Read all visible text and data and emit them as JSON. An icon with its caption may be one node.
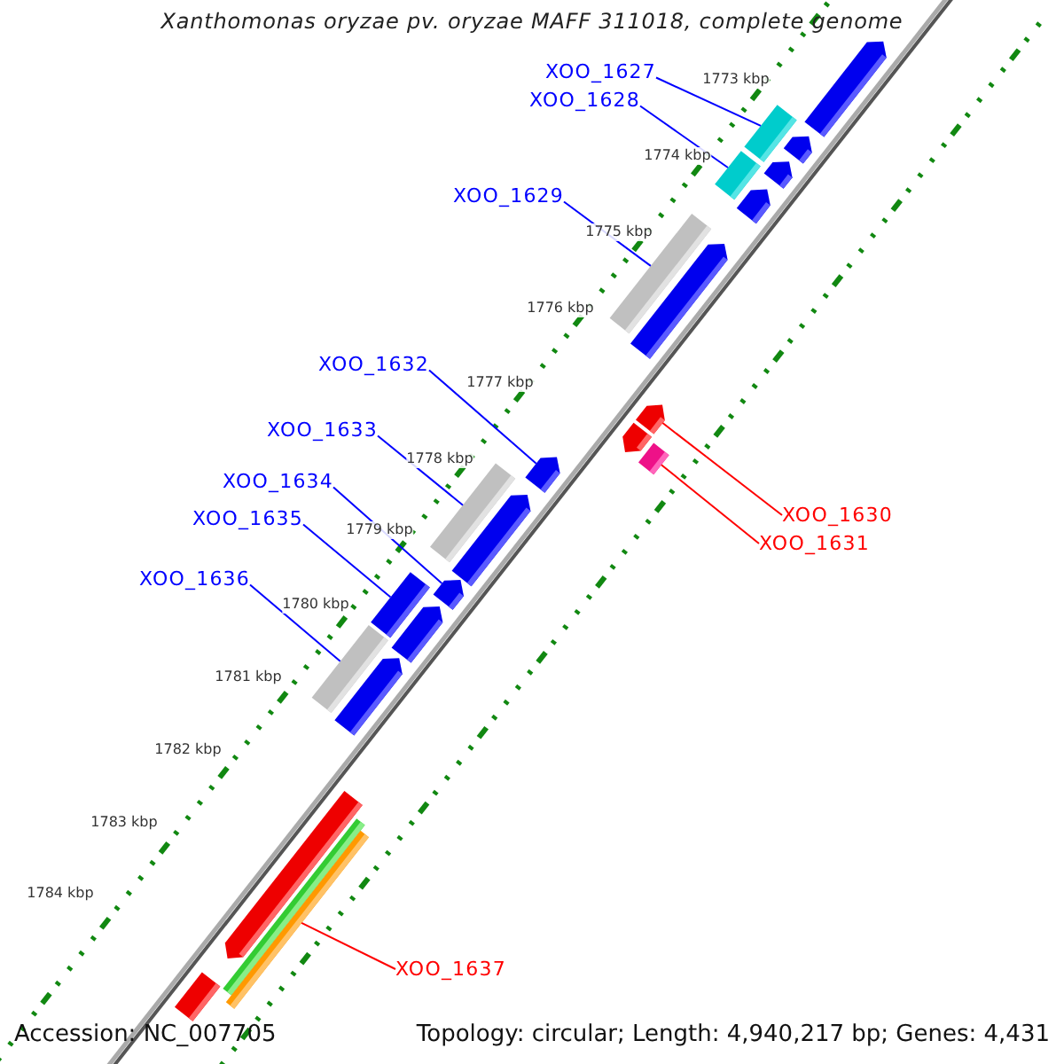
{
  "diagram": {
    "title": "Xanthomonas oryzae pv. oryzae MAFF 311018, complete genome",
    "nodes": [
      {
        "text": [
          "XOO_1627"
        ]
      },
      {
        "text": [
          "XOO_1628"
        ]
      },
      {
        "text": [
          "XOO_1629"
        ]
      },
      {
        "text": [
          "XOO_1632"
        ]
      },
      {
        "text": [
          "XOO_1633"
        ]
      },
      {
        "text": [
          "XOO_1634"
        ]
      },
      {
        "text": [
          "XOO_1630"
        ]
      },
      {
        "text": [
          "XOO_1635"
        ]
      },
      {
        "text": [
          "XOO_1631"
        ]
      },
      {
        "text": [
          "XOO_1636"
        ]
      },
      {
        "text": [
          "XOO_1637"
        ]
      },
      {
        "text": [],
        "shape": "bar"
      },
      {
        "text": [],
        "shape": "bar"
      },
      {
        "text": [],
        "shape": "bar"
      },
      {
        "text": [],
        "shape": "bar"
      },
      {
        "text": [],
        "shape": "bar"
      },
      {
        "text": [],
        "shape": "bar"
      },
      {
        "text": [],
        "shape": "bar"
      },
      {
        "text": [],
        "shape": "bar"
      },
      {
        "text": [],
        "shape": "bar"
      },
      {
        "text": [],
        "shape": "bar"
      },
      {
        "text": [],
        "shape": "bar"
      },
      {
        "text": [],
        "shape": "bar"
      },
      {
        "text": [],
        "shape": "bar"
      },
      {
        "text": [],
        "shape": "bar"
      },
      {
        "text": [],
        "shape": "bar"
      },
      {
        "text": [],
        "shape": "bar"
      },
      {
        "text": [],
        "shape": "bar"
      },
      {
        "text": [],
        "shape": "bar"
      },
      {
        "text": [],
        "shape": "bar"
      },
      {
        "text": [],
        "shape": "bar"
      },
      {
        "text": [],
        "shape": "bar"
      },
      {
        "text": [],
        "shape": "bar"
      },
      {
        "text": [],
        "shape": "bar"
      }
    ],
    "edges": [
      {
        "from": 0,
        "to": 13,
        "arrow": "none"
      },
      {
        "from": 1,
        "to": 15,
        "arrow": "none"
      },
      {
        "from": 2,
        "to": 17,
        "arrow": "none"
      },
      {
        "from": 3,
        "to": 22,
        "arrow": "none"
      },
      {
        "from": 4,
        "to": 23,
        "arrow": "none"
      },
      {
        "from": 5,
        "to": 25,
        "arrow": "none"
      },
      {
        "from": 6,
        "to": 19,
        "arrow": "none",
        "color": "#ff0000"
      },
      {
        "from": 7,
        "to": 26,
        "arrow": "none"
      },
      {
        "from": 8,
        "to": 21,
        "arrow": "none",
        "color": "#ff0000"
      },
      {
        "from": 9,
        "to": 28,
        "arrow": "none"
      },
      {
        "from": 10,
        "to": 32,
        "arrow": "none",
        "color": "#ff0000"
      }
    ],
    "labels": [
      "1773 kbp",
      "1774 kbp",
      "1775 kbp",
      "1776 kbp",
      "1777 kbp",
      "1778 kbp",
      "1779 kbp",
      "1780 kbp",
      "1781 kbp",
      "1782 kbp",
      "1783 kbp",
      "1784 kbp",
      "Accession: NC_007705",
      "Topology: circular; Length: 4,940,217 bp; Genes: 4,431"
    ]
  }
}
